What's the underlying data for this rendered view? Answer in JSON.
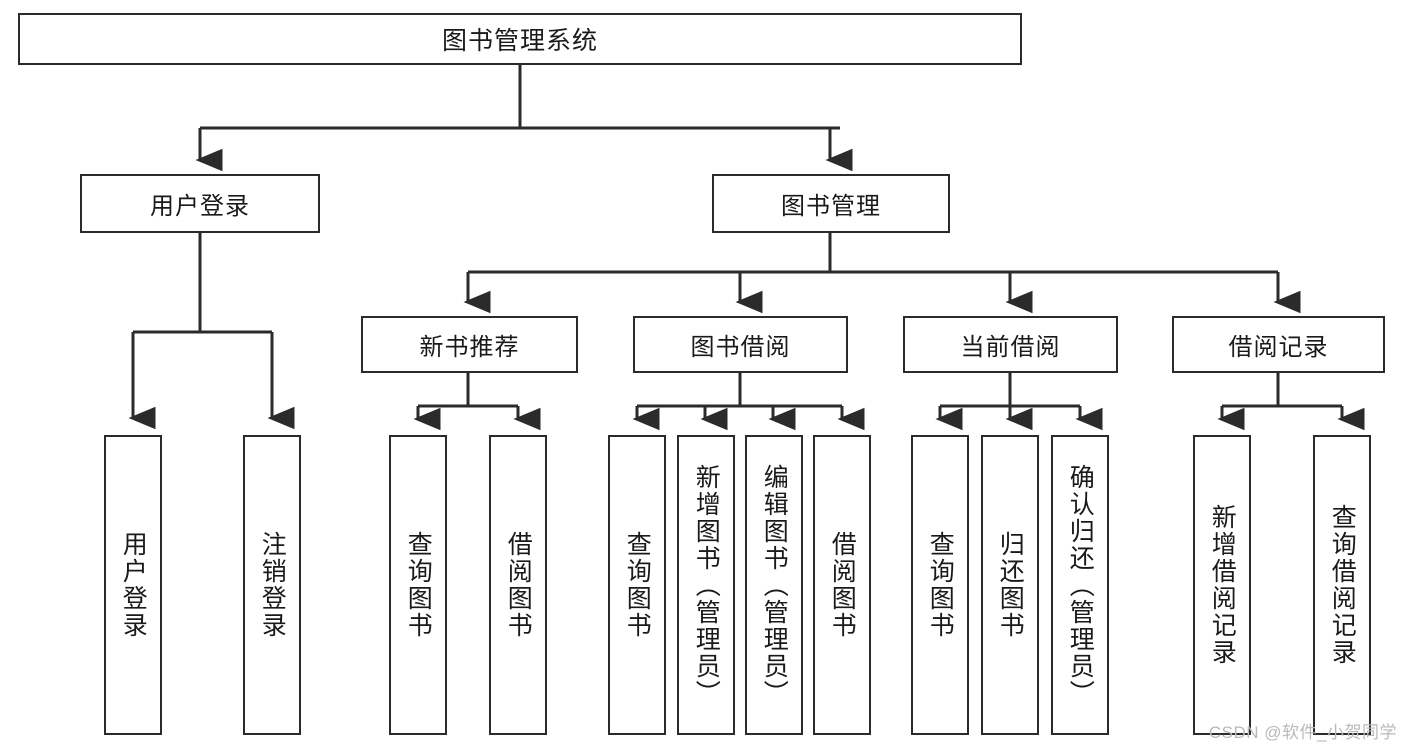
{
  "diagram": {
    "title_text": "图书管理系统",
    "watermark": "CSDN @软件_小贺同学",
    "colors": {
      "stroke": "#2b2b2b",
      "fill": "#ffffff",
      "text": "#1a1a1a",
      "watermark": "#b9b9b9"
    },
    "root": {
      "label": "图书管理系统"
    },
    "level1": [
      {
        "label": "用户登录"
      },
      {
        "label": "图书管理"
      }
    ],
    "level2": [
      {
        "label": "新书推荐"
      },
      {
        "label": "图书借阅"
      },
      {
        "label": "当前借阅"
      },
      {
        "label": "借阅记录"
      }
    ],
    "leaves": {
      "user_login": [
        {
          "label": "用户登录"
        },
        {
          "label": "注销登录"
        }
      ],
      "new_book_recommend": [
        {
          "label": "查询图书"
        },
        {
          "label": "借阅图书"
        }
      ],
      "book_borrow": [
        {
          "label": "查询图书"
        },
        {
          "label": "新增图书（管理员）"
        },
        {
          "label": "编辑图书（管理员）"
        },
        {
          "label": "借阅图书"
        }
      ],
      "current_borrow": [
        {
          "label": "查询图书"
        },
        {
          "label": "归还图书"
        },
        {
          "label": "确认归还（管理员）"
        }
      ],
      "borrow_record": [
        {
          "label": "新增借阅记录"
        },
        {
          "label": "查询借阅记录"
        }
      ]
    }
  }
}
